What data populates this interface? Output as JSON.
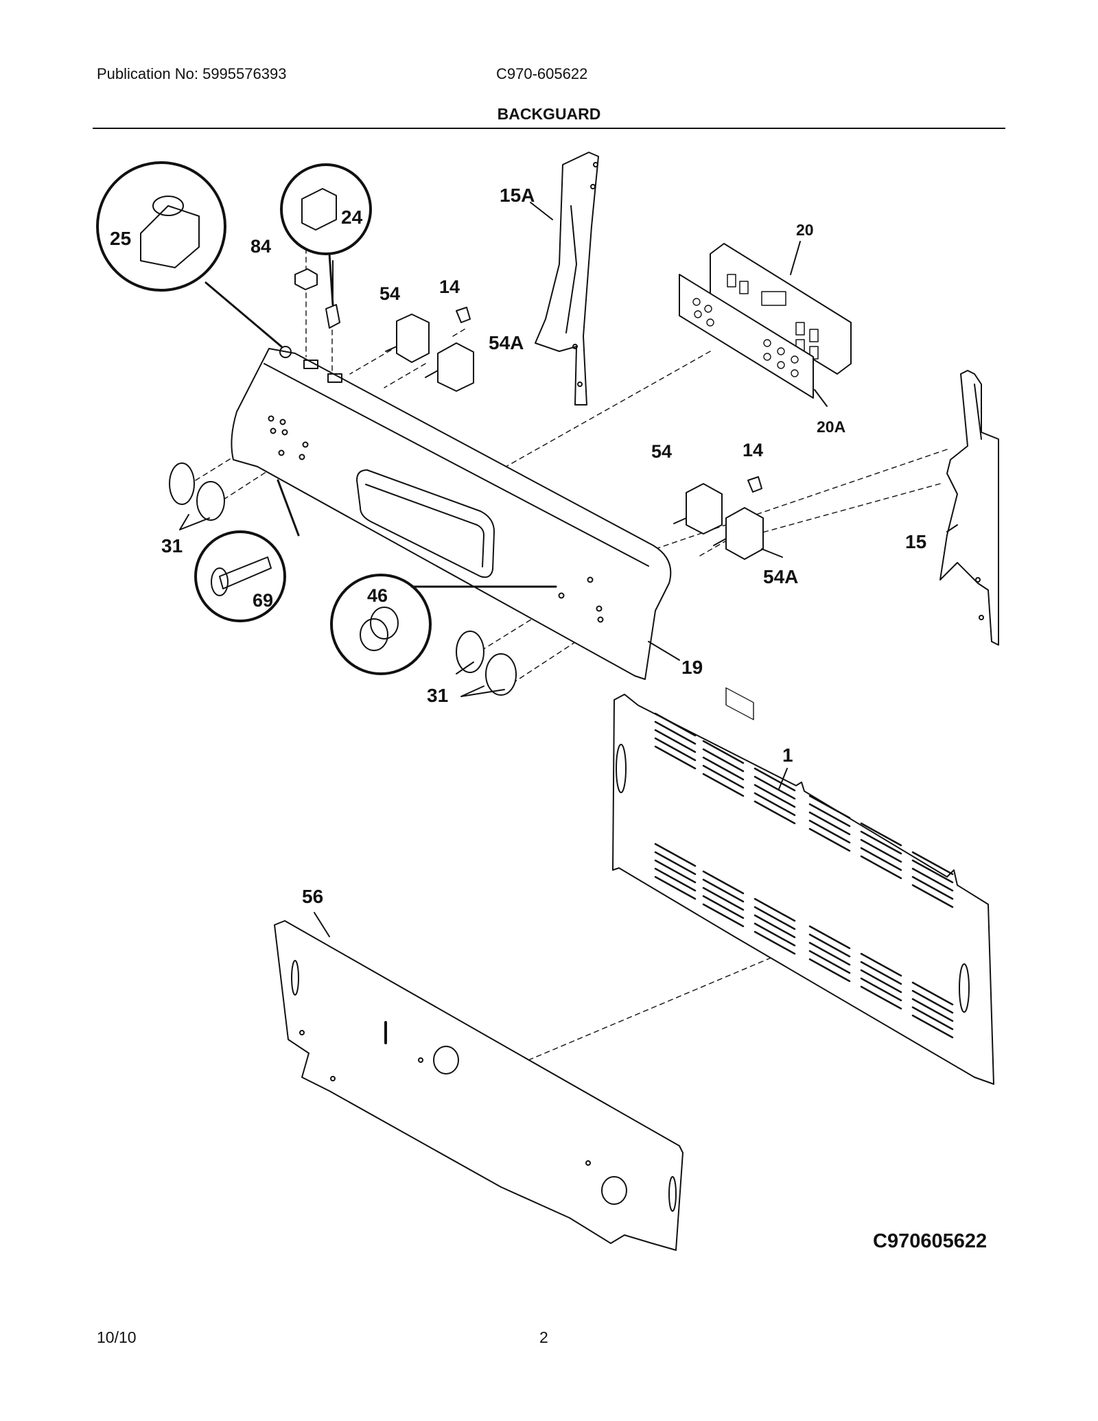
{
  "header": {
    "publication": "Publication No: 5995576393",
    "model": "C970-605622",
    "section_title": "BACKGUARD"
  },
  "callouts": {
    "c1": "1",
    "c14a": "14",
    "c14b": "14",
    "c15": "15",
    "c15a": "15A",
    "c19": "19",
    "c20": "20",
    "c20a": "20A",
    "c24": "24",
    "c25": "25",
    "c31a": "31",
    "c31b": "31",
    "c46": "46",
    "c54a": "54",
    "c54b": "54",
    "c54a1": "54A",
    "c54a2": "54A",
    "c56": "56",
    "c69": "69",
    "c84": "84"
  },
  "diagram_code": "C970605622",
  "footer": {
    "date": "10/10",
    "page": "2"
  }
}
